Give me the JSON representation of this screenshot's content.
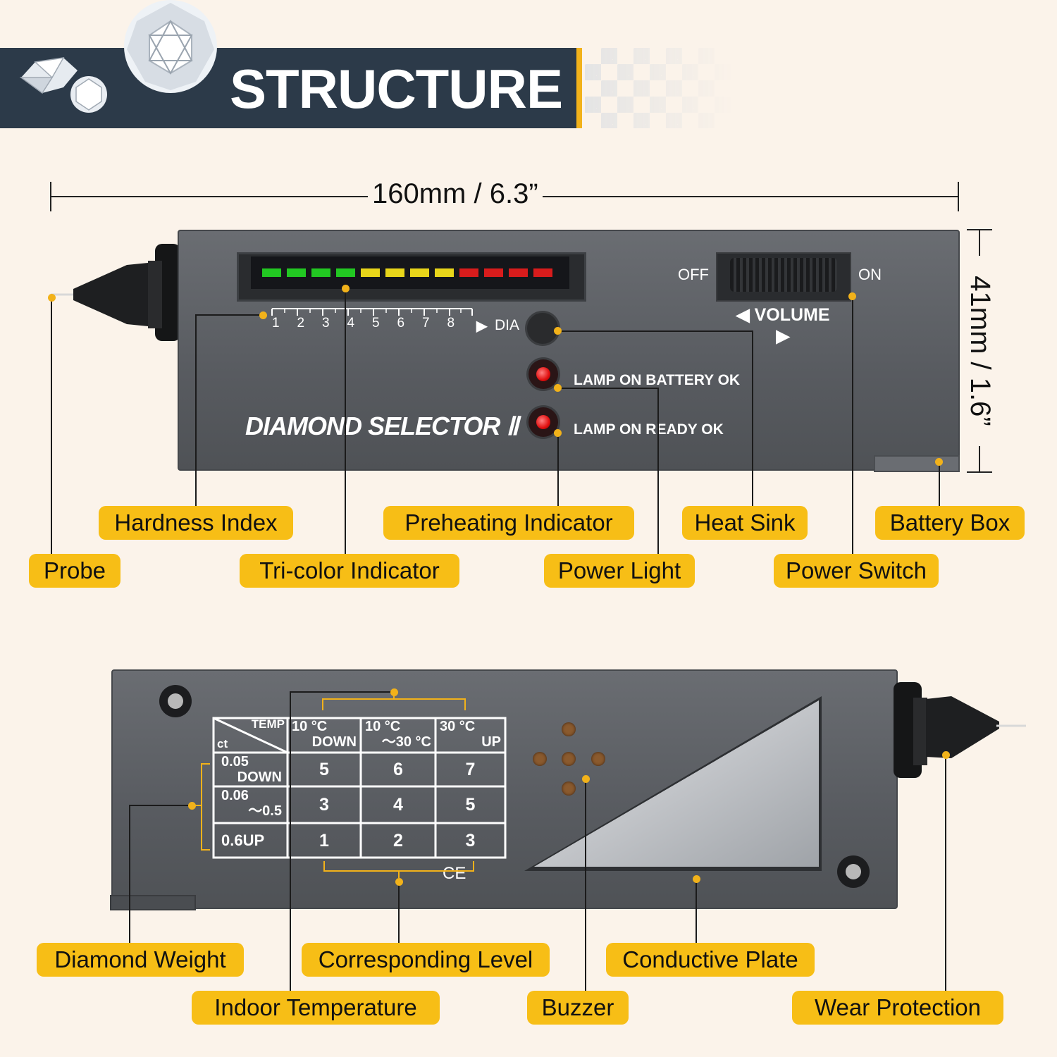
{
  "header": {
    "title": "STRUCTURE"
  },
  "dimensions": {
    "length": "160mm / 6.3”",
    "height": "41mm / 1.6”"
  },
  "front_device": {
    "model": "DIAMOND SELECTOR Ⅱ",
    "scale_numbers": [
      "1",
      "2",
      "3",
      "4",
      "5",
      "6",
      "7",
      "8"
    ],
    "scale_end": "DIA",
    "switch_off": "OFF",
    "switch_on": "ON",
    "volume": "◀ VOLUME ▶",
    "lamp_battery": "LAMP ON BATTERY OK",
    "lamp_ready": "LAMP ON READY OK",
    "led_colors": [
      "#22c822",
      "#22c822",
      "#22c822",
      "#22c822",
      "#e8d51a",
      "#e8d51a",
      "#e8d51a",
      "#e8d51a",
      "#d81c1c",
      "#d81c1c",
      "#d81c1c",
      "#d81c1c"
    ]
  },
  "back_device": {
    "table": {
      "corner_top": "TEMP",
      "corner_bottom": "ct",
      "col_headers": [
        {
          "line1": "10 °C",
          "line2": "DOWN"
        },
        {
          "line1": "10 °C",
          "line2": "～30 °C"
        },
        {
          "line1": "30 °C",
          "line2": "UP"
        }
      ],
      "row_headers": [
        {
          "line1": "0.05",
          "line2": "DOWN"
        },
        {
          "line1": "0.06",
          "line2": "～0.5"
        },
        {
          "line1": "0.6UP",
          "line2": ""
        }
      ],
      "values": [
        [
          "5",
          "6",
          "7"
        ],
        [
          "3",
          "4",
          "5"
        ],
        [
          "1",
          "2",
          "3"
        ]
      ]
    },
    "ce_mark": "CE"
  },
  "callouts": {
    "hardness_index": "Hardness Index",
    "preheating_indicator": "Preheating Indicator",
    "heat_sink": "Heat Sink",
    "battery_box": "Battery Box",
    "probe": "Probe",
    "tri_color_indicator": "Tri-color Indicator",
    "power_light": "Power Light",
    "power_switch": "Power Switch",
    "diamond_weight": "Diamond Weight",
    "corresponding_level": "Corresponding Level",
    "conductive_plate": "Conductive Plate",
    "indoor_temperature": "Indoor Temperature",
    "buzzer": "Buzzer",
    "wear_protection": "Wear Protection"
  },
  "colors": {
    "accent": "#f7be16",
    "banner": "#2c3a49",
    "background": "#fbf3ea",
    "device": "#5c5f64"
  }
}
